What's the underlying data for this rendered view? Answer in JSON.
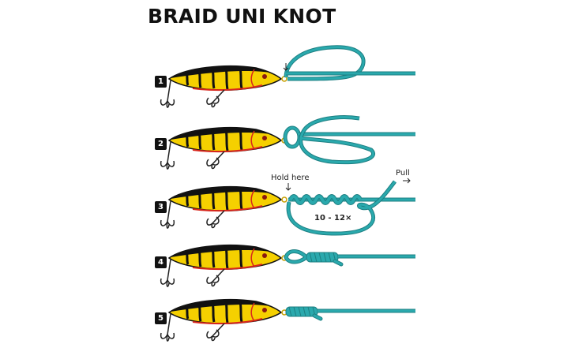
{
  "title": "BRAID UNI KNOT",
  "colors": {
    "line": "#2aa9ad",
    "line_dark": "#1d7f82",
    "lure_body": "#f5d000",
    "lure_stripe": "#111111",
    "lure_belly": "#d8261c",
    "badge": "#111111"
  },
  "steps": [
    {
      "number": "1"
    },
    {
      "number": "2"
    },
    {
      "number": "3",
      "annotations": {
        "hold": "Hold here",
        "pull": "Pull",
        "wraps": "10 - 12×"
      }
    },
    {
      "number": "4"
    },
    {
      "number": "5"
    }
  ]
}
